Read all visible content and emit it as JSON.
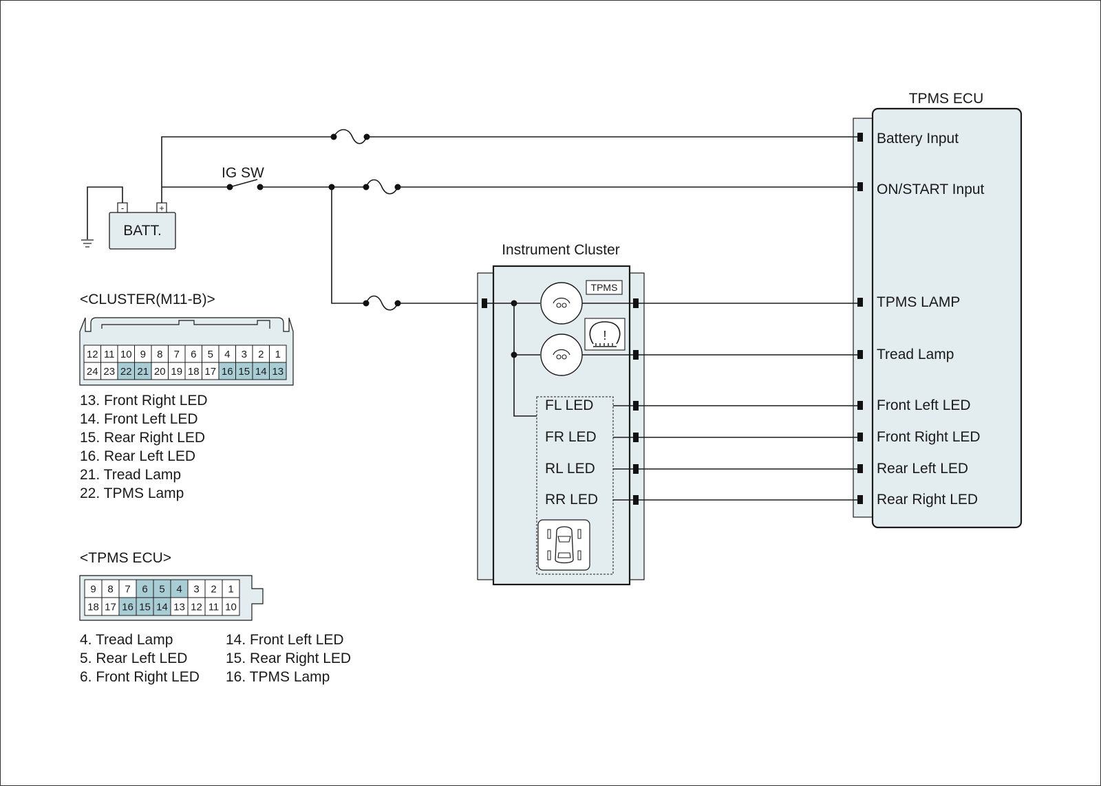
{
  "colors": {
    "fill": "#e3ecee",
    "highlight": "#a9cdd4",
    "line": "#1a1a1a"
  },
  "battery": {
    "label": "BATT.",
    "neg": "-",
    "pos": "+"
  },
  "ig_switch": {
    "label": "IG SW"
  },
  "tpms_ecu": {
    "title": "TPMS ECU",
    "battery_input": "Battery Input",
    "on_start_input": "ON/START Input",
    "tpms_lamp": "TPMS LAMP",
    "tread_lamp": "Tread Lamp",
    "front_left_led": "Front Left LED",
    "front_right_led": "Front Right LED",
    "rear_left_led": "Rear Left LED",
    "rear_right_led": "Rear Right LED"
  },
  "cluster": {
    "title": "Instrument Cluster",
    "tpms_badge": "TPMS",
    "warning_symbol": "!",
    "fl_led": "FL LED",
    "fr_led": "FR LED",
    "rl_led": "RL LED",
    "rr_led": "RR LED"
  },
  "cluster_connector": {
    "title": "<CLUSTER(M11-B)>",
    "top_row": [
      "12",
      "11",
      "10",
      "9",
      "8",
      "7",
      "6",
      "5",
      "4",
      "3",
      "2",
      "1"
    ],
    "bottom_row": [
      "24",
      "23",
      "22",
      "21",
      "20",
      "19",
      "18",
      "17",
      "16",
      "15",
      "14",
      "13"
    ],
    "highlighted": [
      "22",
      "21",
      "16",
      "15",
      "14",
      "13"
    ],
    "legend": [
      "13. Front Right LED",
      "14. Front Left LED",
      "15. Rear Right LED",
      "16. Rear Left LED",
      "21. Tread Lamp",
      "22. TPMS Lamp"
    ]
  },
  "ecu_connector": {
    "title": "<TPMS ECU>",
    "top_row": [
      "9",
      "8",
      "7",
      "6",
      "5",
      "4",
      "3",
      "2",
      "1"
    ],
    "bottom_row": [
      "18",
      "17",
      "16",
      "15",
      "14",
      "13",
      "12",
      "11",
      "10"
    ],
    "highlighted": [
      "6",
      "5",
      "4",
      "16",
      "15",
      "14"
    ],
    "legend_left": [
      "4. Tread Lamp",
      "5. Rear Left LED",
      "6. Front Right LED"
    ],
    "legend_right": [
      "14. Front Left LED",
      "15. Rear Right LED",
      "16. TPMS Lamp"
    ]
  }
}
